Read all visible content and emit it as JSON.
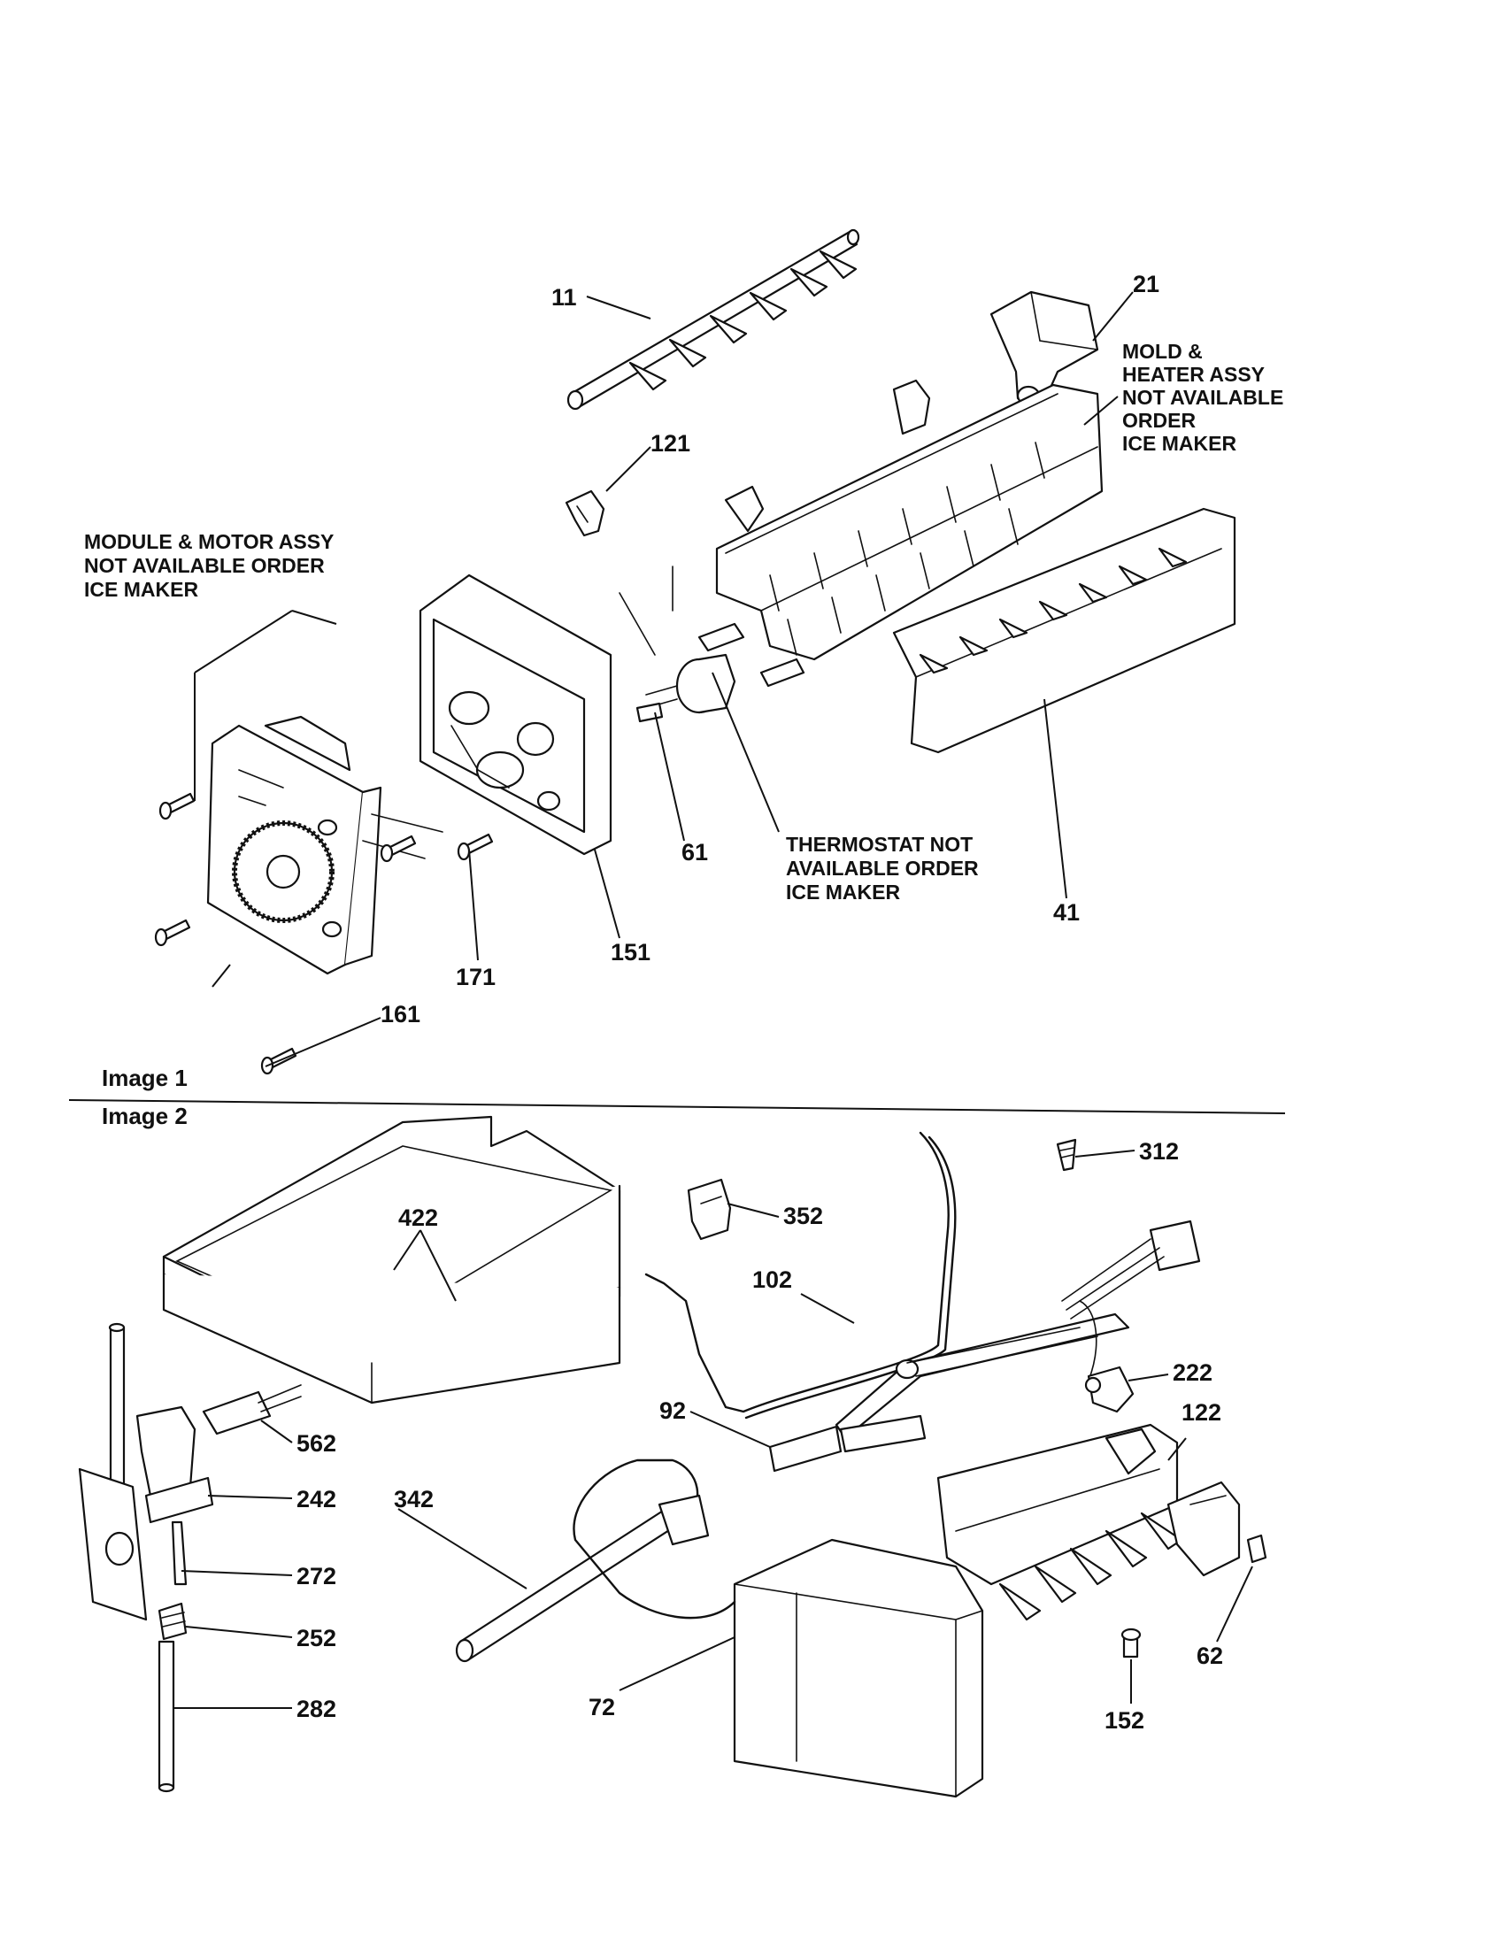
{
  "image1": {
    "caption": "Image 1",
    "callouts": {
      "p11": "11",
      "p21": "21",
      "p121": "121",
      "p41": "41",
      "p61": "61",
      "p151": "151",
      "p161": "161",
      "p171": "171"
    },
    "notes": {
      "mold": [
        "MOLD &",
        "HEATER ASSY",
        "NOT AVAILABLE",
        "ORDER",
        "ICE MAKER"
      ],
      "module": [
        "MODULE & MOTOR ASSY",
        "NOT AVAILABLE ORDER",
        "ICE MAKER"
      ],
      "thermostat": [
        "THERMOSTAT NOT",
        "AVAILABLE ORDER",
        "ICE MAKER"
      ]
    }
  },
  "image2": {
    "caption": "Image 2",
    "callouts": {
      "p312": "312",
      "p352": "352",
      "p422": "422",
      "p102": "102",
      "p222": "222",
      "p122": "122",
      "p92": "92",
      "p562": "562",
      "p242": "242",
      "p272": "272",
      "p252": "252",
      "p282": "282",
      "p342": "342",
      "p72": "72",
      "p152": "152",
      "p62": "62"
    }
  },
  "colors": {
    "ink": "#111111",
    "paper": "#ffffff"
  }
}
